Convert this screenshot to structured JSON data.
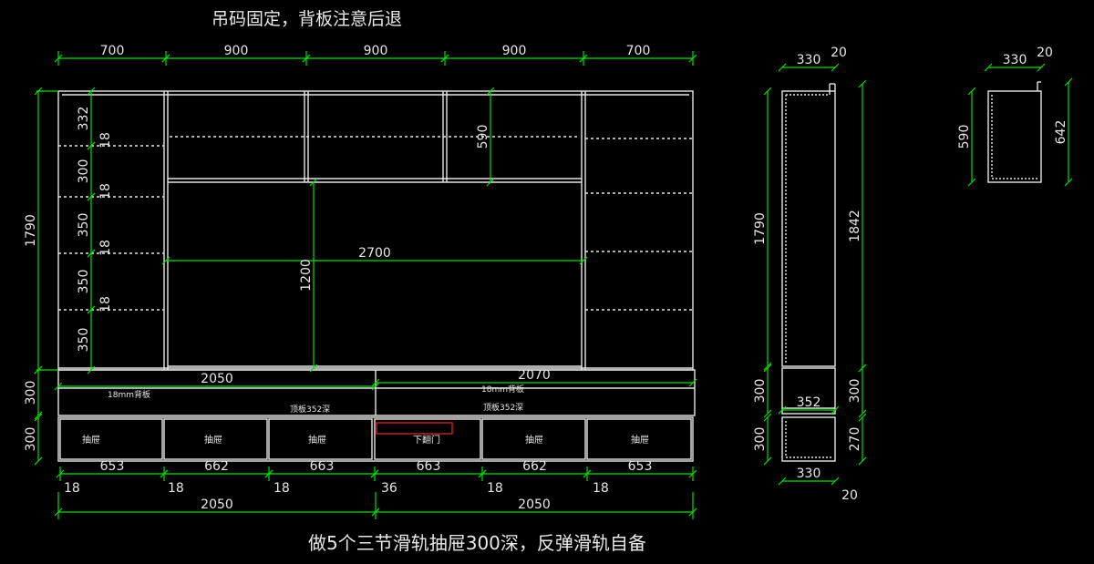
{
  "notes": {
    "top": "吊码固定，背板注意后退",
    "bottom": "做5个三节滑轨抽屉300深，反弹滑轨自备"
  },
  "colors": {
    "background": "#000000",
    "outline": "#e6e6e6",
    "dimension": "#00e000",
    "text": "#e6e6e6",
    "highlight": "#d02020"
  },
  "front": {
    "top_widths": [
      "700",
      "900",
      "900",
      "900",
      "700"
    ],
    "total_width_top": "2700",
    "upper_height": "1790",
    "base_heights": [
      "300",
      "300"
    ],
    "left_shelves": [
      "332",
      "300",
      "350",
      "350",
      "350"
    ],
    "shelf_thickness": [
      "18",
      "18",
      "18",
      "18"
    ],
    "cabinet_height": "590",
    "tv_height": "1200",
    "counter_left": "2050",
    "counter_right": "2070",
    "back_panel_label": "18mm背板",
    "top_panel_label": "顶板352深",
    "drawer_label": "抽屉",
    "flap_label": "下翻门",
    "drawer_widths": [
      "653",
      "662",
      "663",
      "663",
      "662",
      "653"
    ],
    "gaps": [
      "18",
      "18",
      "18",
      "36",
      "18",
      "18"
    ],
    "bottom_left": "2050",
    "bottom_right": "2050"
  },
  "side": {
    "depth": "330",
    "thickness": "20",
    "upper_height": "1790",
    "total_height": "1842",
    "base_top": "300",
    "base_bottom": "300",
    "base_right_top": "300",
    "base_right_bottom": "270",
    "base_depth": "352",
    "bottom_depth": "330",
    "bottom_thickness": "20"
  },
  "wall": {
    "depth": "330",
    "thickness": "20",
    "height": "590",
    "total": "642"
  }
}
